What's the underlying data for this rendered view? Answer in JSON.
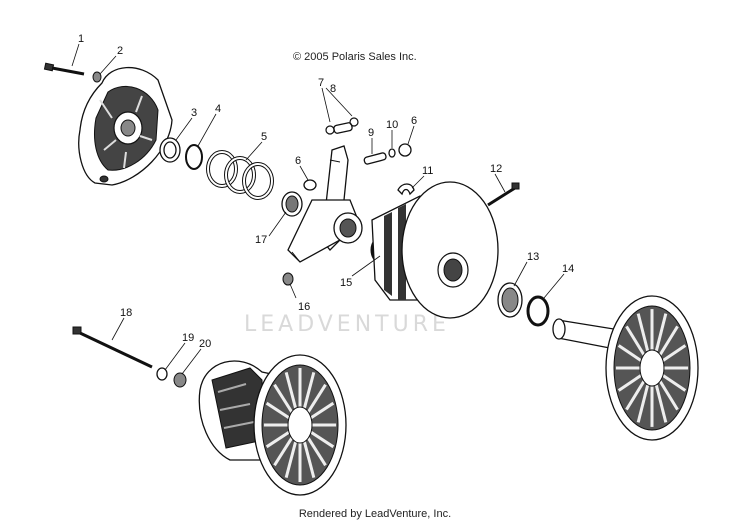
{
  "copyright": "© 2005 Polaris Sales Inc.",
  "watermark": "LEADVENTURE",
  "footer": "Rendered by LeadVenture, Inc.",
  "callouts": [
    "1",
    "2",
    "3",
    "4",
    "5",
    "6",
    "7",
    "8",
    "9",
    "10",
    "6",
    "11",
    "12",
    "6",
    "17",
    "16",
    "15",
    "13",
    "14",
    "18",
    "19",
    "20"
  ]
}
